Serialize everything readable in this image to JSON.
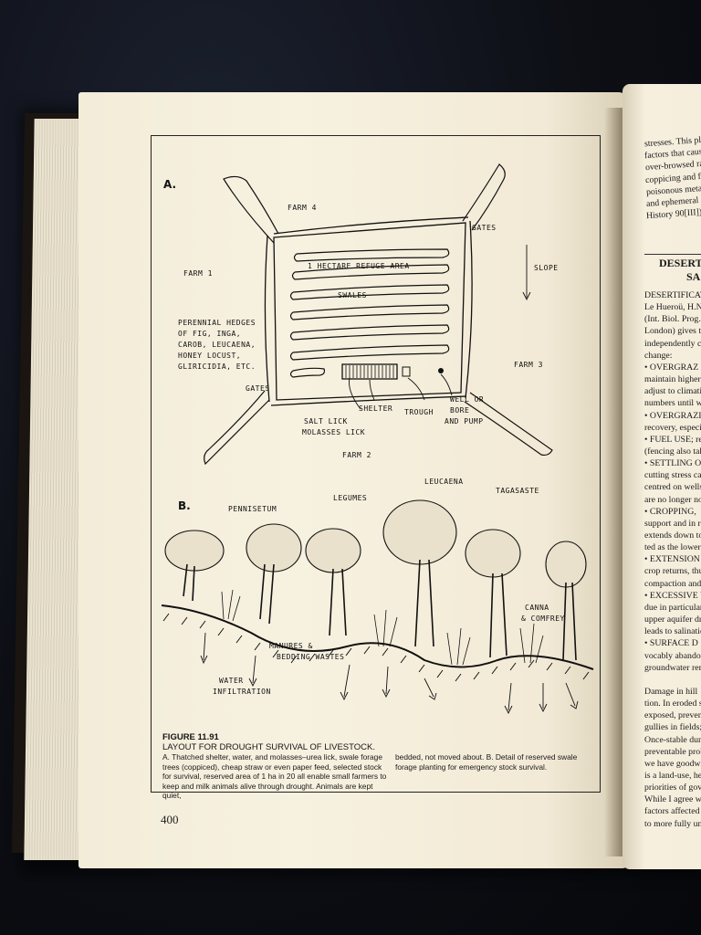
{
  "figure": {
    "panel_a_label": "A.",
    "panel_b_label": "B.",
    "labels_a": {
      "farm4": "FARM 4",
      "farm1": "FARM 1",
      "farm2": "FARM 2",
      "farm3": "FARM 3",
      "gates_top": "GATES",
      "gates_left": "GATES",
      "slope": "SLOPE",
      "refuge": "1 HECTARE   REFUGE AREA",
      "swales": "SWALES",
      "hedges": [
        "PERENNIAL HEDGES",
        "OF FIG, INGA,",
        "CAROB, LEUCAENA,",
        "HONEY LOCUST,",
        "GLIRICIDIA, ETC."
      ],
      "shelter": "SHELTER",
      "trough": "TROUGH",
      "well": [
        "WELL OR",
        "BORE",
        "AND PUMP"
      ],
      "lick": [
        "SALT LICK",
        "MOLASSES LICK"
      ]
    },
    "labels_b": {
      "pennisetum": "PENNISETUM",
      "legumes": "LEGUMES",
      "leucaena": "LEUCAENA",
      "tagasaste": "TAGASASTE",
      "canna": [
        "CANNA",
        "& COMFREY"
      ],
      "manures": [
        "MANURES &",
        "BEDDING WASTES"
      ],
      "water": [
        "WATER",
        "INFILTRATION"
      ]
    }
  },
  "caption": {
    "title": "FIGURE 11.91",
    "subtitle": "LAYOUT FOR DROUGHT SURVIVAL OF LIVESTOCK.",
    "part_a": "A. Thatched shelter, water, and molasses–urea lick, swale forage trees (coppiced), cheap straw or even paper feed, selected stock for survival, reserved area of 1 ha in 20 all enable small farmers to keep and milk animals alive through drought. Animals are kept quiet,",
    "part_b": "bedded, not moved about. B. Detail of reserved swale forage planting for emergency stock survival."
  },
  "page_number": "400",
  "right_page": {
    "lines": [
      "stresses. This pla",
      "factors that caus",
      "over-browsed ra",
      "coppicing and f",
      "poisonous metab",
      "and ephemeral",
      "History 90[III])."
    ],
    "heading1": "DESERT",
    "heading2": "SA",
    "body": [
      "DESERTIFICATIO",
      "Le Hueroü, H.N.",
      "(Int. Biol. Prog.",
      "London) gives th",
      "independently c",
      "change:",
      "• OVERGRAZ",
      "maintain higher",
      "adjust to climati",
      "numbers until we",
      "• OVERGRAZI",
      "recovery, especial",
      "• FUEL USE; re",
      "(fencing also take",
      "• SETTLING O",
      "cutting stress cau",
      "centred on wells;",
      "are no longer nom",
      "• CROPPING,",
      "support and in re",
      "extends down to 1",
      "ted as the lower li",
      "• EXTENSION",
      "crop returns, thus",
      "compaction and to",
      "• EXCESSIVE V",
      "due in particular t",
      "upper aquifer drie",
      "leads to salination",
      "• SURFACE D",
      "vocably abando",
      "groundwater remo",
      "",
      "Damage in hill",
      "tion. In eroded soi",
      "exposed, preventi",
      "gullies in fields;",
      "Once-stable dunes",
      "preventable probl",
      "we have goodwill",
      "is a land-use, her",
      "priorities of gover",
      "While I agree w",
      "factors affected by",
      "to more fully und"
    ]
  }
}
